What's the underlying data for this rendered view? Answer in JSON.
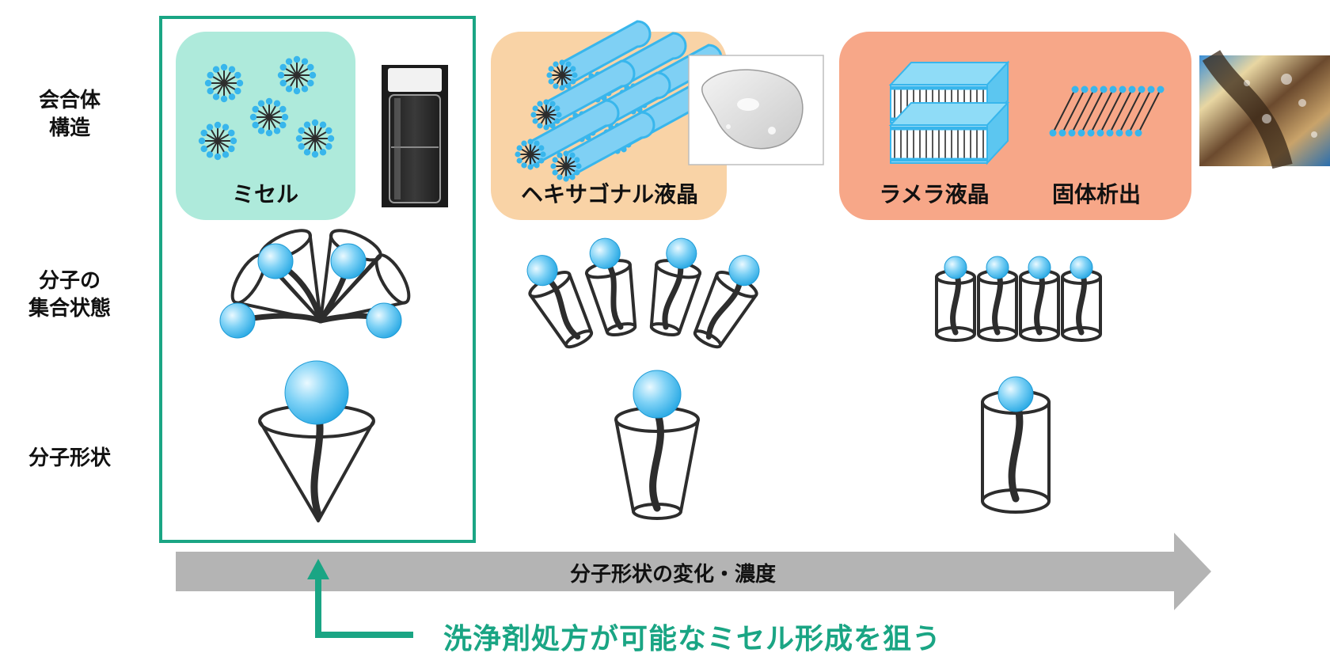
{
  "row_labels": {
    "structure": [
      "会合体",
      "構造"
    ],
    "assembly": [
      "分子の",
      "集合状態"
    ],
    "shape": [
      "分子形状"
    ]
  },
  "phases": {
    "micelle": "ミセル",
    "hexagonal": "ヘキサゴナル液晶",
    "lamellar": "ラメラ液晶",
    "solid": "固体析出"
  },
  "axis_arrow_label": "分子形状の変化・濃度",
  "goal_text": "洗浄剤処方が可能なミセル形成を狙う",
  "colors": {
    "micelle_box": "#aeeadb",
    "hexagonal_box": "#f9d3a6",
    "lamellar_box": "#f7a788",
    "highlight": "#1aa584",
    "axis_arrow": "#b4b4b4",
    "head_group": "#38b6ec",
    "tail_line": "#2d2d2d"
  }
}
